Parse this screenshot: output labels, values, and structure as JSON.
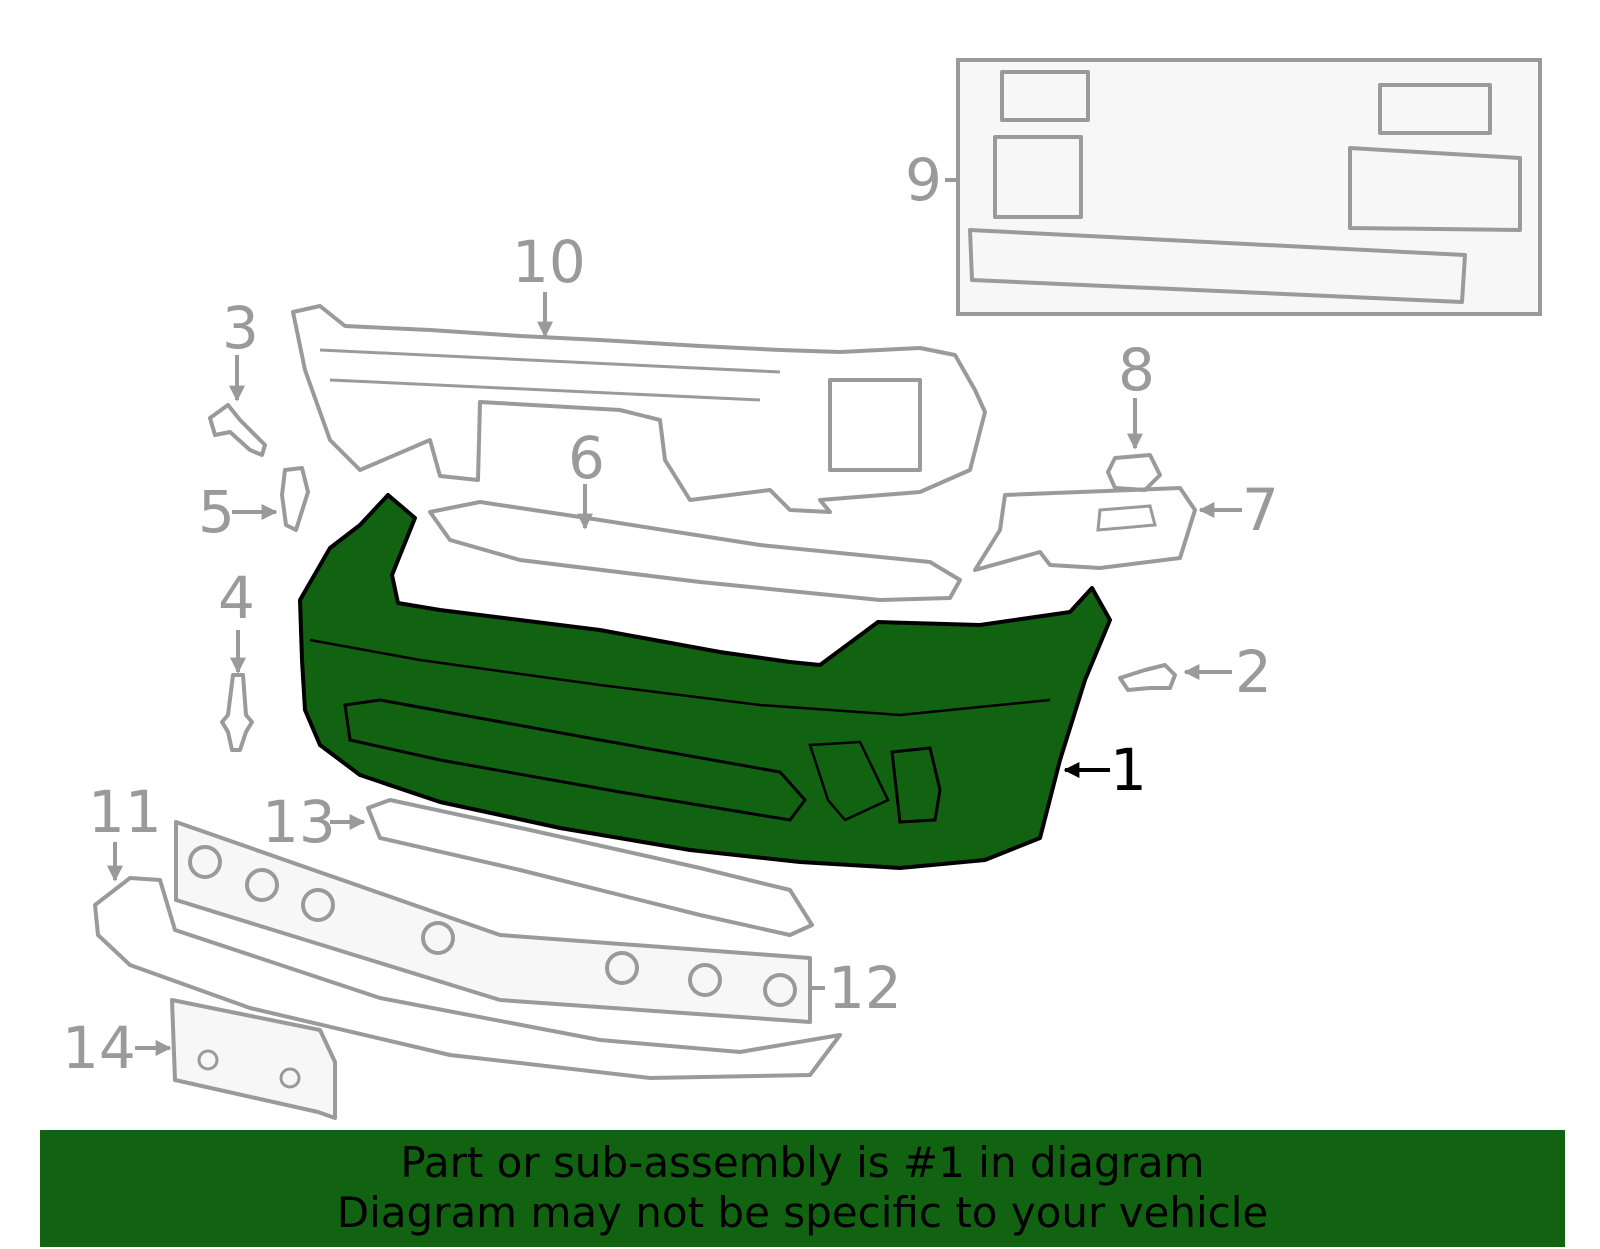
{
  "callouts": {
    "c1": "1",
    "c2": "2",
    "c3": "3",
    "c4": "4",
    "c5": "5",
    "c6": "6",
    "c7": "7",
    "c8": "8",
    "c9": "9",
    "c10": "10",
    "c11": "11",
    "c12": "12",
    "c13": "13",
    "c14": "14"
  },
  "colors": {
    "highlight": "#116211",
    "part_outline": "#9a9a9a",
    "footer_bg": "#116211",
    "footer_text": "#000000"
  },
  "highlighted_part": "1",
  "footer": {
    "line1": "Part or sub-assembly is #1 in diagram",
    "line2": "Diagram may not be specific to your vehicle"
  }
}
